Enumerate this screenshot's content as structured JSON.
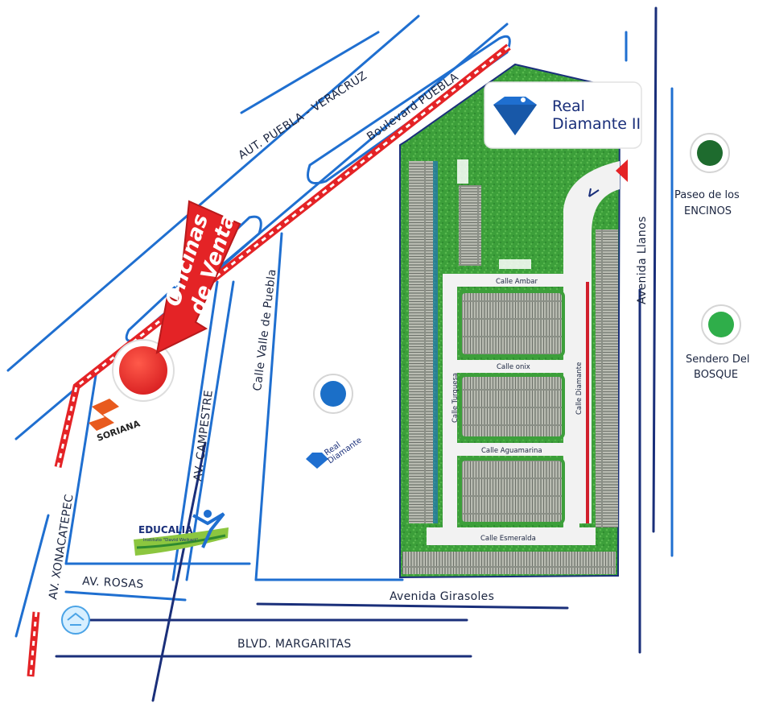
{
  "brand": {
    "name_line1": "Real",
    "name_line2": "Diamante II"
  },
  "sales_office": {
    "line1": "Oficinas",
    "line2": "de Ventas"
  },
  "roads": {
    "aut_puebla_veracruz": "AUT. PUEBLA - VERACRUZ",
    "boulevard_puebla": "Boulevard PUEBLA",
    "calle_valle_de_puebla": "Calle Valle de Puebla",
    "av_campestre": "AV. CAMPESTRE",
    "av_xonacatepec": "AV. XONACATEPEC",
    "av_rosas": "AV. ROSAS",
    "avenida_girasoles": "Avenida Girasoles",
    "blvd_margaritas": "BLVD. MARGARITAS",
    "avenida_llanos": "Avenida Llanos"
  },
  "streets": {
    "ambar": "Calle Ambar",
    "onix": "Calle onix",
    "aguamarina": "Calle Aguamarina",
    "esmeralda": "Calle Esmeralda",
    "turquesa": "Calle Turquesa",
    "diamante": "Calle Diamante"
  },
  "pois": {
    "paseo_line1": "Paseo de los",
    "paseo_line2": "ENCINOS",
    "sendero_line1": "Sendero Del",
    "sendero_line2": "BOSQUE",
    "real_diamante_line1": "Real",
    "real_diamante_line2": "Diamante",
    "soriana": "SORIANA",
    "educalia": "EDUCALIA",
    "educalia_sub": "Instituto \"David Weikart\""
  },
  "colors": {
    "road": "#1f6fd0",
    "road_dark": "#1a2f7a",
    "green": "#3fae3f",
    "red": "#e42326",
    "paseo": "#1e6b2e",
    "sendero": "#2fae4a",
    "real_diamante_dot": "#1b6fc8"
  }
}
